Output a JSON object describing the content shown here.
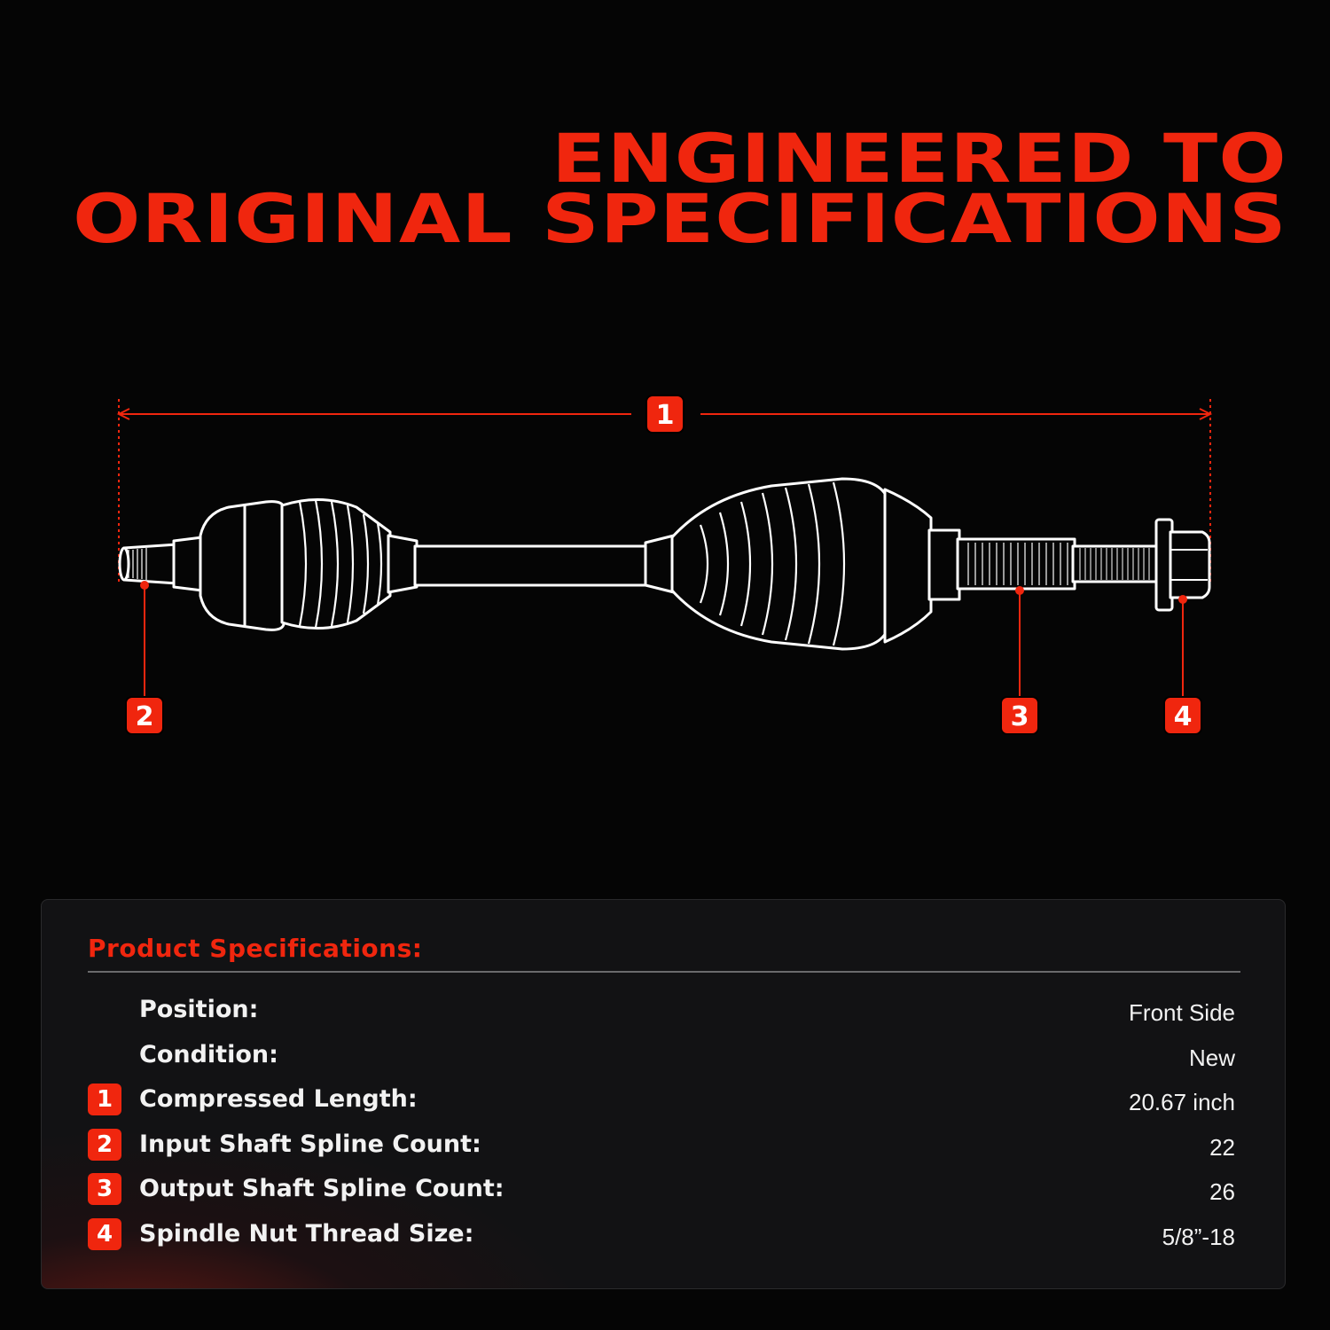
{
  "headline": {
    "line1": "ENGINEERED TO",
    "line2": "ORIGINAL SPECIFICATIONS"
  },
  "diagram": {
    "callouts": [
      "1",
      "2",
      "3",
      "4"
    ]
  },
  "specs": {
    "title": "Product Specifications:",
    "rows": [
      {
        "badge": "",
        "label": "Position:",
        "value": "Front Side"
      },
      {
        "badge": "",
        "label": "Condition:",
        "value": "New"
      },
      {
        "badge": "1",
        "label": "Compressed Length:",
        "value": "20.67 inch"
      },
      {
        "badge": "2",
        "label": "Input Shaft Spline Count:",
        "value": "22"
      },
      {
        "badge": "3",
        "label": "Output Shaft Spline Count:",
        "value": "26"
      },
      {
        "badge": "4",
        "label": "Spindle Nut Thread Size:",
        "value": "5/8”-18"
      }
    ]
  },
  "colors": {
    "accent": "#f0260e",
    "background": "#050505",
    "panel": "#121214",
    "line_art": "#ffffff"
  }
}
